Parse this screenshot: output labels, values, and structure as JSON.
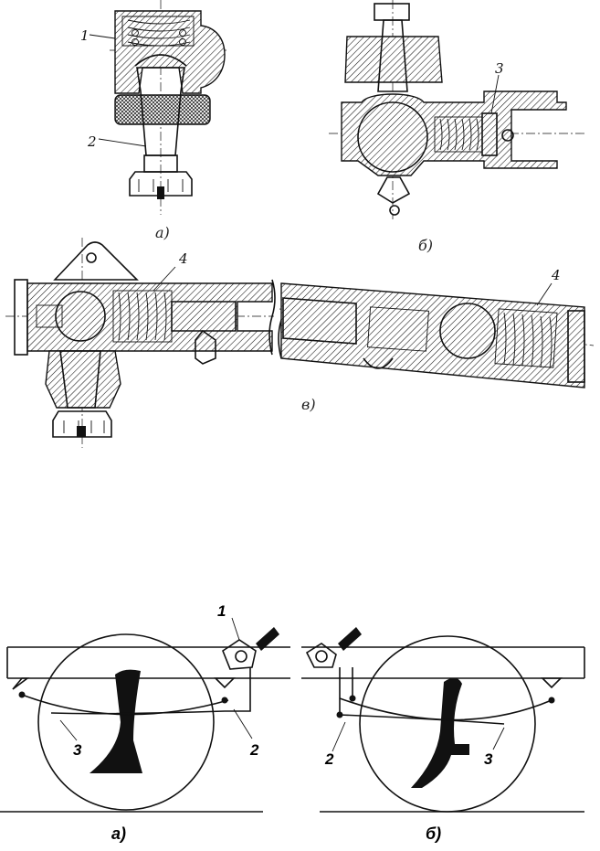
{
  "top_figure": {
    "callouts": [
      "1",
      "2",
      "3",
      "4",
      "4"
    ],
    "captions": [
      "а)",
      "б)",
      "в)"
    ]
  },
  "bottom_figure": {
    "callouts_a": [
      "1",
      "2",
      "3"
    ],
    "callouts_b": [
      "2",
      "3"
    ],
    "captions": [
      "а)",
      "б)"
    ]
  }
}
